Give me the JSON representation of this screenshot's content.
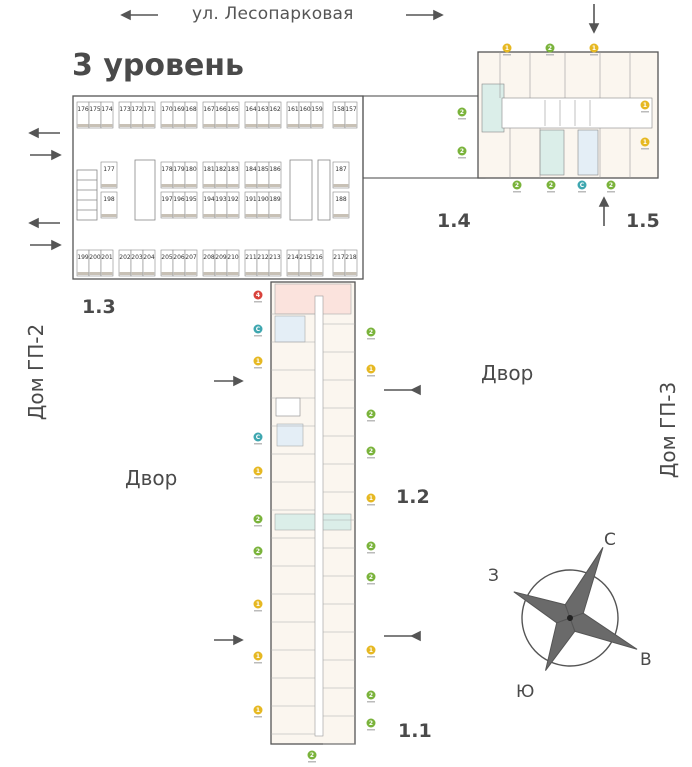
{
  "street": "ул. Лесопарковая",
  "level_title": "3 уровень",
  "sections": {
    "s11": "1.1",
    "s12": "1.2",
    "s13": "1.3",
    "s14": "1.4",
    "s15": "1.5"
  },
  "yards": {
    "left": "Двор",
    "right": "Двор"
  },
  "houses": {
    "left": "Дом ГП-2",
    "right": "Дом ГП-3"
  },
  "compass": {
    "n": "С",
    "e": "В",
    "s": "Ю",
    "w": "З"
  },
  "parking_top": [
    "176",
    "175",
    "174",
    "173",
    "172",
    "171",
    "170",
    "169",
    "168",
    "167",
    "166",
    "165",
    "164",
    "163",
    "162",
    "161",
    "160",
    "159",
    "158",
    "157"
  ],
  "parking_mid_upper": [
    "178",
    "179",
    "180",
    "181",
    "182",
    "183",
    "184",
    "185",
    "186"
  ],
  "parking_mid_lower": [
    "197",
    "196",
    "195",
    "194",
    "193",
    "192",
    "191",
    "190",
    "189"
  ],
  "parking_left": [
    "177",
    "198"
  ],
  "parking_right": [
    "187",
    "188"
  ],
  "parking_bottom": [
    "199",
    "200",
    "201",
    "202",
    "203",
    "204",
    "205",
    "206",
    "207",
    "208",
    "209",
    "210",
    "211",
    "212",
    "213",
    "214",
    "215",
    "216",
    "217",
    "218"
  ],
  "colors": {
    "studio": "#3fa7b0",
    "one_room": "#e6b822",
    "two_room": "#7ab33b",
    "four_room": "#d9433c",
    "plan_line": "#555555",
    "arrow": "#555555"
  }
}
